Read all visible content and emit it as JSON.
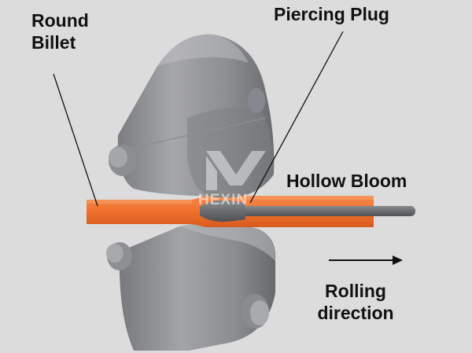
{
  "labels": {
    "round_billet_line1": "Round",
    "round_billet_line2": "Billet",
    "piercing_plug": "Piercing Plug",
    "hollow_bloom": "Hollow Bloom",
    "rolling_direction_line1": "Rolling",
    "rolling_direction_line2": "direction"
  },
  "watermark": {
    "text": "HEXIN"
  },
  "icons": {
    "direction_arrow": "right-arrow-icon",
    "watermark_logo": "hexin-logo-icon"
  },
  "colors": {
    "background": "#dcdcdc",
    "billet": "#f07030",
    "roll_body": "#9a9b9e",
    "roll_dark": "#6e7073",
    "plug_rod": "#6d6f72",
    "text": "#111111"
  }
}
